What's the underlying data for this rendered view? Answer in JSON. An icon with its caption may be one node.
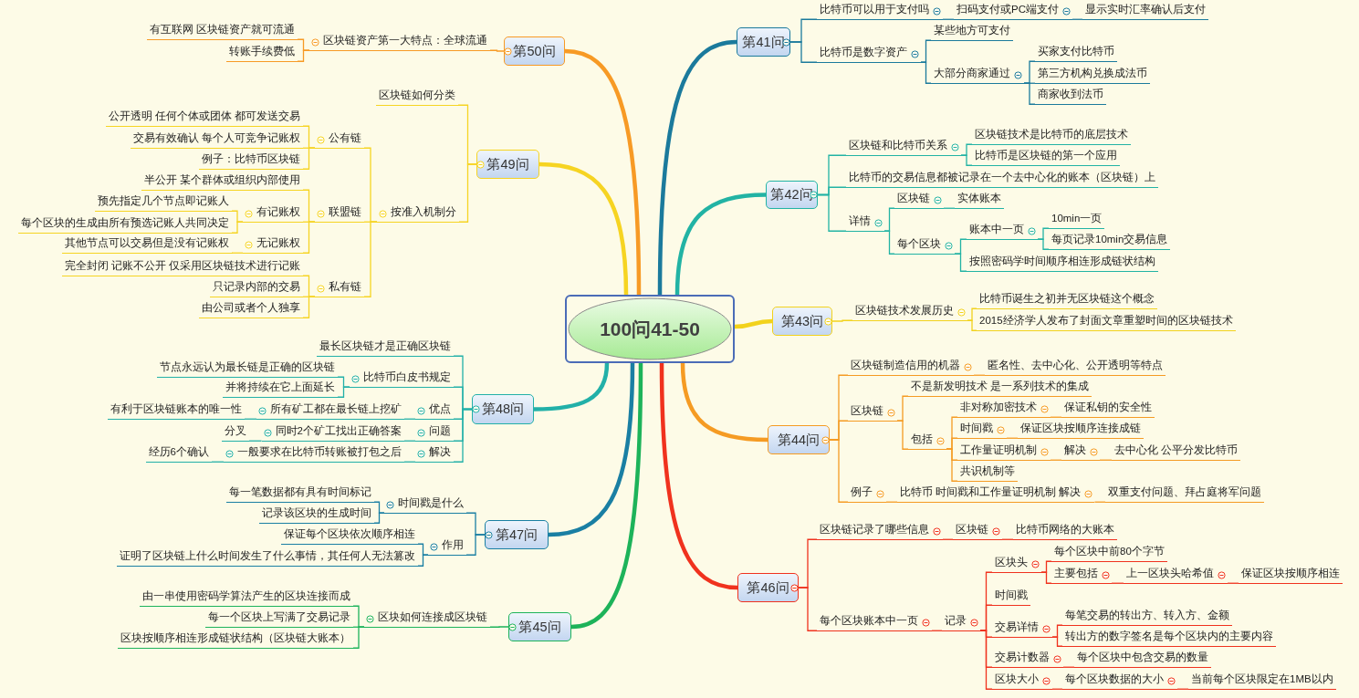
{
  "diagram": {
    "nodes": [
      {
        "text": [
          "100问41-50"
        ]
      },
      {
        "text": [
          "第41问"
        ]
      },
      {
        "text": [
          "比特币可以用于支付吗"
        ]
      },
      {
        "text": [
          "扫码支付或PC端支付"
        ]
      },
      {
        "text": [
          "显示实时汇率确认后支付"
        ]
      },
      {
        "text": [
          "比特币是数字资产"
        ]
      },
      {
        "text": [
          "某些地方可支付"
        ]
      },
      {
        "text": [
          "大部分商家通过"
        ]
      },
      {
        "text": [
          "买家支付比特币"
        ]
      },
      {
        "text": [
          "第三方机构兑换成法币"
        ]
      },
      {
        "text": [
          "商家收到法币"
        ]
      },
      {
        "text": [
          "第42问"
        ]
      },
      {
        "text": [
          "区块链和比特币关系"
        ]
      },
      {
        "text": [
          "区块链技术是比特币的底层技术"
        ]
      },
      {
        "text": [
          "比特币是区块链的第一个应用"
        ]
      },
      {
        "text": [
          "比特币的交易信息都被记录在一个去中心化的账本（区块链）上"
        ]
      },
      {
        "text": [
          "详情"
        ]
      },
      {
        "text": [
          "区块链"
        ]
      },
      {
        "text": [
          "实体账本"
        ]
      },
      {
        "text": [
          "每个区块"
        ]
      },
      {
        "text": [
          "账本中一页"
        ]
      },
      {
        "text": [
          "10min一页"
        ]
      },
      {
        "text": [
          "每页记录10min交易信息"
        ]
      },
      {
        "text": [
          "按照密码学时间顺序相连形成链状结构"
        ]
      },
      {
        "text": [
          "第43问"
        ]
      },
      {
        "text": [
          "区块链技术发展历史"
        ]
      },
      {
        "text": [
          "比特币诞生之初并无区块链这个概念"
        ]
      },
      {
        "text": [
          "2015经济学人发布了封面文章重塑时间的区块链技术"
        ]
      },
      {
        "text": [
          "第44问"
        ]
      },
      {
        "text": [
          "区块链制造信用的机器"
        ]
      },
      {
        "text": [
          "匿名性、去中心化、公开透明等特点"
        ]
      },
      {
        "text": [
          "区块链"
        ]
      },
      {
        "text": [
          "不是新发明技术 是一系列技术的集成"
        ]
      },
      {
        "text": [
          "包括"
        ]
      },
      {
        "text": [
          "非对称加密技术"
        ]
      },
      {
        "text": [
          "保证私钥的安全性"
        ]
      },
      {
        "text": [
          "时间戳"
        ]
      },
      {
        "text": [
          "保证区块按顺序连接成链"
        ]
      },
      {
        "text": [
          "工作量证明机制"
        ]
      },
      {
        "text": [
          "解决"
        ]
      },
      {
        "text": [
          "去中心化 公平分发比特币"
        ]
      },
      {
        "text": [
          "共识机制等"
        ]
      },
      {
        "text": [
          "例子"
        ]
      },
      {
        "text": [
          "比特币 时间戳和工作量证明机制 解决"
        ]
      },
      {
        "text": [
          "双重支付问题、拜占庭将军问题"
        ]
      },
      {
        "text": [
          "第46问"
        ]
      },
      {
        "text": [
          "区块链记录了哪些信息"
        ]
      },
      {
        "text": [
          "区块链"
        ]
      },
      {
        "text": [
          "比特币网络的大账本"
        ]
      },
      {
        "text": [
          "每个区块账本中一页"
        ]
      },
      {
        "text": [
          "记录"
        ]
      },
      {
        "text": [
          "区块头"
        ]
      },
      {
        "text": [
          "每个区块中前80个字节"
        ]
      },
      {
        "text": [
          "主要包括"
        ]
      },
      {
        "text": [
          "上一区块头哈希值"
        ]
      },
      {
        "text": [
          "保证区块按顺序相连"
        ]
      },
      {
        "text": [
          "时间戳"
        ]
      },
      {
        "text": [
          "交易详情"
        ]
      },
      {
        "text": [
          "每笔交易的转出方、转入方、金额"
        ]
      },
      {
        "text": [
          "转出方的数字签名是每个区块内的主要内容"
        ]
      },
      {
        "text": [
          "交易计数器"
        ]
      },
      {
        "text": [
          "每个区块中包含交易的数量"
        ]
      },
      {
        "text": [
          "区块大小"
        ]
      },
      {
        "text": [
          "每个区块数据的大小"
        ]
      },
      {
        "text": [
          "当前每个区块限定在1MB以内"
        ]
      },
      {
        "text": [
          "第50问"
        ]
      },
      {
        "text": [
          "区块链资产第一大特点：全球流通"
        ]
      },
      {
        "text": [
          "有互联网 区块链资产就可流通"
        ]
      },
      {
        "text": [
          "转账手续费低"
        ]
      },
      {
        "text": [
          "第49问"
        ]
      },
      {
        "text": [
          "区块链如何分类"
        ]
      },
      {
        "text": [
          "按准入机制分"
        ]
      },
      {
        "text": [
          "公有链"
        ]
      },
      {
        "text": [
          "公开透明 任何个体或团体 都可发送交易"
        ]
      },
      {
        "text": [
          "交易有效确认 每个人可竞争记账权"
        ]
      },
      {
        "text": [
          "例子：比特币区块链"
        ]
      },
      {
        "text": [
          "联盟链"
        ]
      },
      {
        "text": [
          "半公开 某个群体或组织内部使用"
        ]
      },
      {
        "text": [
          "有记账权"
        ]
      },
      {
        "text": [
          "预先指定几个节点即记账人"
        ]
      },
      {
        "text": [
          "每个区块的生成由所有预选记账人共同决定"
        ]
      },
      {
        "text": [
          "无记账权"
        ]
      },
      {
        "text": [
          "其他节点可以交易但是没有记账权"
        ]
      },
      {
        "text": [
          "私有链"
        ]
      },
      {
        "text": [
          "完全封闭 记账不公开 仅采用区块链技术进行记账"
        ]
      },
      {
        "text": [
          "只记录内部的交易"
        ]
      },
      {
        "text": [
          "由公司或者个人独享"
        ]
      },
      {
        "text": [
          "第48问"
        ]
      },
      {
        "text": [
          "最长区块链才是正确区块链"
        ]
      },
      {
        "text": [
          "比特币白皮书规定"
        ]
      },
      {
        "text": [
          "节点永远认为最长链是正确的区块链"
        ]
      },
      {
        "text": [
          "并将持续在它上面延长"
        ]
      },
      {
        "text": [
          "优点"
        ]
      },
      {
        "text": [
          "所有矿工都在最长链上挖矿"
        ]
      },
      {
        "text": [
          "有利于区块链账本的唯一性"
        ]
      },
      {
        "text": [
          "问题"
        ]
      },
      {
        "text": [
          "同时2个矿工找出正确答案"
        ]
      },
      {
        "text": [
          "分叉"
        ]
      },
      {
        "text": [
          "解决"
        ]
      },
      {
        "text": [
          "一般要求在比特币转账被打包之后"
        ]
      },
      {
        "text": [
          "经历6个确认"
        ]
      },
      {
        "text": [
          "第47问"
        ]
      },
      {
        "text": [
          "时间戳是什么"
        ]
      },
      {
        "text": [
          "每一笔数据都有具有时间标记"
        ]
      },
      {
        "text": [
          "记录该区块的生成时间"
        ]
      },
      {
        "text": [
          "作用"
        ]
      },
      {
        "text": [
          "保证每个区块依次顺序相连"
        ]
      },
      {
        "text": [
          "证明了区块链上什么时间发生了什么事情，其任何人无法篡改"
        ]
      },
      {
        "text": [
          "第45问"
        ]
      },
      {
        "text": [
          "区块如何连接成区块链"
        ]
      },
      {
        "text": [
          "由一串使用密码学算法产生的区块连接而成"
        ]
      },
      {
        "text": [
          "每一个区块上写满了交易记录"
        ]
      },
      {
        "text": [
          "区块按顺序相连形成链状结构（区块链大账本）"
        ]
      }
    ],
    "edges": [
      {
        "from": 0,
        "to": 1,
        "arrow": "none",
        "style": "thick",
        "color": "#1b7a9c"
      },
      {
        "from": 1,
        "to": 2,
        "arrow": "none",
        "color": "#1b7a9c"
      },
      {
        "from": 2,
        "to": 3,
        "arrow": "none",
        "color": "#1b7a9c"
      },
      {
        "from": 3,
        "to": 4,
        "arrow": "none",
        "color": "#1b7a9c"
      },
      {
        "from": 1,
        "to": 5,
        "arrow": "none",
        "color": "#1b7a9c"
      },
      {
        "from": 5,
        "to": 6,
        "arrow": "none",
        "color": "#1b7a9c"
      },
      {
        "from": 5,
        "to": 7,
        "arrow": "none",
        "color": "#1b7a9c"
      },
      {
        "from": 7,
        "to": 8,
        "arrow": "none",
        "color": "#1b7a9c"
      },
      {
        "from": 7,
        "to": 9,
        "arrow": "none",
        "color": "#1b7a9c"
      },
      {
        "from": 7,
        "to": 10,
        "arrow": "none",
        "color": "#1b7a9c"
      },
      {
        "from": 0,
        "to": 11,
        "arrow": "none",
        "style": "thick",
        "color": "#22b3a4"
      },
      {
        "from": 11,
        "to": 12,
        "arrow": "none",
        "color": "#22b3a4"
      },
      {
        "from": 12,
        "to": 13,
        "arrow": "none",
        "color": "#22b3a4"
      },
      {
        "from": 12,
        "to": 14,
        "arrow": "none",
        "color": "#22b3a4"
      },
      {
        "from": 11,
        "to": 15,
        "arrow": "none",
        "color": "#22b3a4"
      },
      {
        "from": 11,
        "to": 16,
        "arrow": "none",
        "color": "#22b3a4"
      },
      {
        "from": 16,
        "to": 17,
        "arrow": "none",
        "color": "#22b3a4"
      },
      {
        "from": 17,
        "to": 18,
        "arrow": "none",
        "color": "#22b3a4"
      },
      {
        "from": 16,
        "to": 19,
        "arrow": "none",
        "color": "#22b3a4"
      },
      {
        "from": 19,
        "to": 20,
        "arrow": "none",
        "color": "#22b3a4"
      },
      {
        "from": 20,
        "to": 21,
        "arrow": "none",
        "color": "#22b3a4"
      },
      {
        "from": 20,
        "to": 22,
        "arrow": "none",
        "color": "#22b3a4"
      },
      {
        "from": 19,
        "to": 23,
        "arrow": "none",
        "color": "#22b3a4"
      },
      {
        "from": 0,
        "to": 24,
        "arrow": "none",
        "style": "thick",
        "color": "#f2d21c"
      },
      {
        "from": 24,
        "to": 25,
        "arrow": "none",
        "color": "#f2d21c"
      },
      {
        "from": 25,
        "to": 26,
        "arrow": "none",
        "color": "#f2d21c"
      },
      {
        "from": 25,
        "to": 27,
        "arrow": "none",
        "color": "#f2d21c"
      },
      {
        "from": 0,
        "to": 28,
        "arrow": "none",
        "style": "thick",
        "color": "#f59b23"
      },
      {
        "from": 28,
        "to": 29,
        "arrow": "none",
        "color": "#f59b23"
      },
      {
        "from": 29,
        "to": 30,
        "arrow": "none",
        "color": "#f59b23"
      },
      {
        "from": 28,
        "to": 31,
        "arrow": "none",
        "color": "#f59b23"
      },
      {
        "from": 31,
        "to": 32,
        "arrow": "none",
        "color": "#f59b23"
      },
      {
        "from": 31,
        "to": 33,
        "arrow": "none",
        "color": "#f59b23"
      },
      {
        "from": 33,
        "to": 34,
        "arrow": "none",
        "color": "#f59b23"
      },
      {
        "from": 34,
        "to": 35,
        "arrow": "none",
        "color": "#f59b23"
      },
      {
        "from": 33,
        "to": 36,
        "arrow": "none",
        "color": "#f59b23"
      },
      {
        "from": 36,
        "to": 37,
        "arrow": "none",
        "color": "#f59b23"
      },
      {
        "from": 33,
        "to": 38,
        "arrow": "none",
        "color": "#f59b23"
      },
      {
        "from": 38,
        "to": 39,
        "arrow": "none",
        "color": "#f59b23"
      },
      {
        "from": 39,
        "to": 40,
        "arrow": "none",
        "color": "#f59b23"
      },
      {
        "from": 33,
        "to": 41,
        "arrow": "none",
        "color": "#f59b23"
      },
      {
        "from": 28,
        "to": 42,
        "arrow": "none",
        "color": "#f59b23"
      },
      {
        "from": 42,
        "to": 43,
        "arrow": "none",
        "color": "#f59b23"
      },
      {
        "from": 43,
        "to": 44,
        "arrow": "none",
        "color": "#f59b23"
      },
      {
        "from": 0,
        "to": 45,
        "arrow": "none",
        "style": "thick",
        "color": "#f0321e"
      },
      {
        "from": 45,
        "to": 46,
        "arrow": "none",
        "color": "#f0321e"
      },
      {
        "from": 46,
        "to": 47,
        "arrow": "none",
        "color": "#f0321e"
      },
      {
        "from": 47,
        "to": 48,
        "arrow": "none",
        "color": "#f0321e"
      },
      {
        "from": 45,
        "to": 49,
        "arrow": "none",
        "color": "#f0321e"
      },
      {
        "from": 49,
        "to": 50,
        "arrow": "none",
        "color": "#f0321e"
      },
      {
        "from": 50,
        "to": 51,
        "arrow": "none",
        "color": "#f0321e"
      },
      {
        "from": 51,
        "to": 52,
        "arrow": "none",
        "color": "#f0321e"
      },
      {
        "from": 51,
        "to": 53,
        "arrow": "none",
        "color": "#f0321e"
      },
      {
        "from": 53,
        "to": 54,
        "arrow": "none",
        "color": "#f0321e"
      },
      {
        "from": 54,
        "to": 55,
        "arrow": "none",
        "color": "#f0321e"
      },
      {
        "from": 50,
        "to": 56,
        "arrow": "none",
        "color": "#f0321e"
      },
      {
        "from": 50,
        "to": 57,
        "arrow": "none",
        "color": "#f0321e"
      },
      {
        "from": 57,
        "to": 58,
        "arrow": "none",
        "color": "#f0321e"
      },
      {
        "from": 57,
        "to": 59,
        "arrow": "none",
        "color": "#f0321e"
      },
      {
        "from": 50,
        "to": 60,
        "arrow": "none",
        "color": "#f0321e"
      },
      {
        "from": 60,
        "to": 61,
        "arrow": "none",
        "color": "#f0321e"
      },
      {
        "from": 50,
        "to": 62,
        "arrow": "none",
        "color": "#f0321e"
      },
      {
        "from": 62,
        "to": 63,
        "arrow": "none",
        "color": "#f0321e"
      },
      {
        "from": 63,
        "to": 64,
        "arrow": "none",
        "color": "#f0321e"
      },
      {
        "from": 0,
        "to": 65,
        "arrow": "none",
        "style": "thick",
        "color": "#f79a25"
      },
      {
        "from": 65,
        "to": 66,
        "arrow": "none",
        "color": "#f79a25"
      },
      {
        "from": 66,
        "to": 67,
        "arrow": "none",
        "color": "#f79a25"
      },
      {
        "from": 66,
        "to": 68,
        "arrow": "none",
        "color": "#f79a25"
      },
      {
        "from": 0,
        "to": 69,
        "arrow": "none",
        "style": "thick",
        "color": "#f6d422"
      },
      {
        "from": 69,
        "to": 70,
        "arrow": "none",
        "color": "#f6d422"
      },
      {
        "from": 69,
        "to": 71,
        "arrow": "none",
        "color": "#f6d422"
      },
      {
        "from": 71,
        "to": 72,
        "arrow": "none",
        "color": "#f6d422"
      },
      {
        "from": 72,
        "to": 73,
        "arrow": "none",
        "color": "#f6d422"
      },
      {
        "from": 72,
        "to": 74,
        "arrow": "none",
        "color": "#f6d422"
      },
      {
        "from": 72,
        "to": 75,
        "arrow": "none",
        "color": "#f6d422"
      },
      {
        "from": 71,
        "to": 76,
        "arrow": "none",
        "color": "#f6d422"
      },
      {
        "from": 76,
        "to": 77,
        "arrow": "none",
        "color": "#f6d422"
      },
      {
        "from": 76,
        "to": 78,
        "arrow": "none",
        "color": "#f6d422"
      },
      {
        "from": 78,
        "to": 79,
        "arrow": "none",
        "color": "#f6d422"
      },
      {
        "from": 78,
        "to": 80,
        "arrow": "none",
        "color": "#f6d422"
      },
      {
        "from": 76,
        "to": 81,
        "arrow": "none",
        "color": "#f6d422"
      },
      {
        "from": 81,
        "to": 82,
        "arrow": "none",
        "color": "#f6d422"
      },
      {
        "from": 71,
        "to": 83,
        "arrow": "none",
        "color": "#f6d422"
      },
      {
        "from": 83,
        "to": 84,
        "arrow": "none",
        "color": "#f6d422"
      },
      {
        "from": 83,
        "to": 85,
        "arrow": "none",
        "color": "#f6d422"
      },
      {
        "from": 83,
        "to": 86,
        "arrow": "none",
        "color": "#f6d422"
      },
      {
        "from": 0,
        "to": 87,
        "arrow": "none",
        "style": "thick",
        "color": "#22b0a8"
      },
      {
        "from": 87,
        "to": 88,
        "arrow": "none",
        "color": "#22b0a8"
      },
      {
        "from": 87,
        "to": 89,
        "arrow": "none",
        "color": "#22b0a8"
      },
      {
        "from": 89,
        "to": 90,
        "arrow": "none",
        "color": "#22b0a8"
      },
      {
        "from": 89,
        "to": 91,
        "arrow": "none",
        "color": "#22b0a8"
      },
      {
        "from": 87,
        "to": 92,
        "arrow": "none",
        "color": "#22b0a8"
      },
      {
        "from": 92,
        "to": 93,
        "arrow": "none",
        "color": "#22b0a8"
      },
      {
        "from": 93,
        "to": 94,
        "arrow": "none",
        "color": "#22b0a8"
      },
      {
        "from": 87,
        "to": 95,
        "arrow": "none",
        "color": "#22b0a8"
      },
      {
        "from": 95,
        "to": 96,
        "arrow": "none",
        "color": "#22b0a8"
      },
      {
        "from": 96,
        "to": 97,
        "arrow": "none",
        "color": "#22b0a8"
      },
      {
        "from": 87,
        "to": 98,
        "arrow": "none",
        "color": "#22b0a8"
      },
      {
        "from": 98,
        "to": 99,
        "arrow": "none",
        "color": "#22b0a8"
      },
      {
        "from": 99,
        "to": 100,
        "arrow": "none",
        "color": "#22b0a8"
      },
      {
        "from": 0,
        "to": 101,
        "arrow": "none",
        "style": "thick",
        "color": "#1a7fa3"
      },
      {
        "from": 101,
        "to": 102,
        "arrow": "none",
        "color": "#1a7fa3"
      },
      {
        "from": 102,
        "to": 103,
        "arrow": "none",
        "color": "#1a7fa3"
      },
      {
        "from": 102,
        "to": 104,
        "arrow": "none",
        "color": "#1a7fa3"
      },
      {
        "from": 101,
        "to": 105,
        "arrow": "none",
        "color": "#1a7fa3"
      },
      {
        "from": 105,
        "to": 106,
        "arrow": "none",
        "color": "#1a7fa3"
      },
      {
        "from": 105,
        "to": 107,
        "arrow": "none",
        "color": "#1a7fa3"
      },
      {
        "from": 0,
        "to": 108,
        "arrow": "none",
        "style": "thick",
        "color": "#1db35a"
      },
      {
        "from": 108,
        "to": 109,
        "arrow": "none",
        "color": "#1db35a"
      },
      {
        "from": 109,
        "to": 110,
        "arrow": "none",
        "color": "#1db35a"
      },
      {
        "from": 109,
        "to": 111,
        "arrow": "none",
        "color": "#1db35a"
      },
      {
        "from": 109,
        "to": 112,
        "arrow": "none",
        "color": "#1db35a"
      }
    ]
  }
}
